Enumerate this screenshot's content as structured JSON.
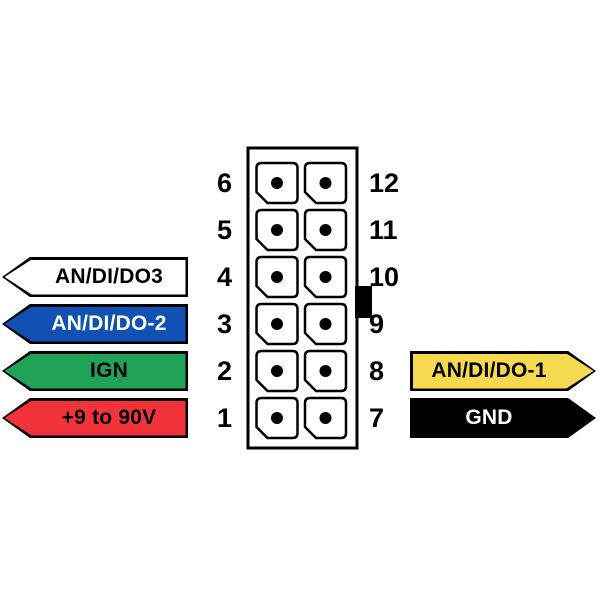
{
  "connector": {
    "left_pin_numbers": [
      "6",
      "5",
      "4",
      "3",
      "2",
      "1"
    ],
    "right_pin_numbers": [
      "12",
      "11",
      "10",
      "9",
      "8",
      "7"
    ],
    "rows": 6,
    "columns": 2,
    "body_color": "#ffffff",
    "outline_color": "#000000",
    "polarity_tab_color": "#000000"
  },
  "left_labels": [
    {
      "text": "AN/DI/DO3",
      "fill_color": "#ffffff",
      "text_color": "#000000",
      "aligned_pin": "4"
    },
    {
      "text": "AN/DI/DO-2",
      "fill_color": "#1151b4",
      "text_color": "#ffffff",
      "aligned_pin": "3"
    },
    {
      "text": "IGN",
      "fill_color": "#21a355",
      "text_color": "#000000",
      "aligned_pin": "2"
    },
    {
      "text": "+9 to 90V",
      "fill_color": "#f2333a",
      "text_color": "#000000",
      "aligned_pin": "1"
    }
  ],
  "right_labels": [
    {
      "text": "AN/DI/DO-1",
      "fill_color": "#f5d94e",
      "text_color": "#000000",
      "aligned_pin": "8"
    },
    {
      "text": "GND",
      "fill_color": "#000000",
      "text_color": "#ffffff",
      "aligned_pin": "7"
    }
  ]
}
